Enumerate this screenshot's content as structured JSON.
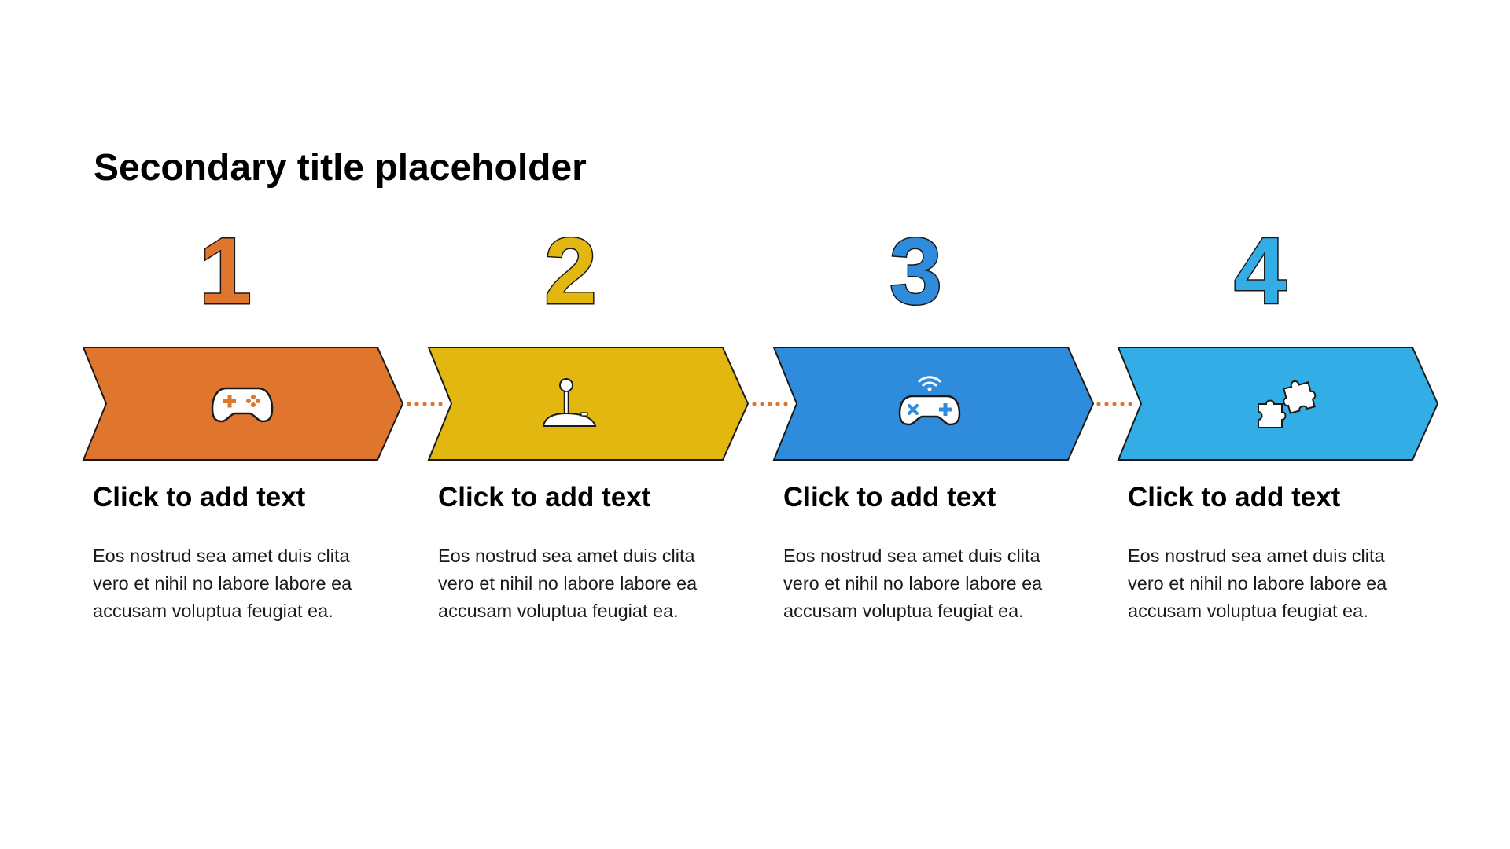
{
  "title": "Secondary title placeholder",
  "colors": {
    "orange": "#E0752D",
    "yellow": "#E2B710",
    "blue": "#2F8CDC",
    "light_blue": "#33ADE6",
    "connector": "#E0752D",
    "outline": "#1a1a1a"
  },
  "steps": [
    {
      "number": "1",
      "heading": "Click to add text",
      "text": "Eos nostrud sea amet duis clita vero et nihil no labore labore ea accusam voluptua feugiat ea.",
      "icon": "gamepad-icon",
      "color": "#E0752D"
    },
    {
      "number": "2",
      "heading": "Click to add text",
      "text": "Eos nostrud sea amet duis clita vero et nihil no labore labore ea accusam voluptua feugiat ea.",
      "icon": "joystick-icon",
      "color": "#E2B710"
    },
    {
      "number": "3",
      "heading": "Click to add text",
      "text": "Eos nostrud sea amet duis clita vero et nihil no labore labore ea accusam voluptua feugiat ea.",
      "icon": "wireless-controller-icon",
      "color": "#2F8CDC"
    },
    {
      "number": "4",
      "heading": "Click to add text",
      "text": "Eos nostrud sea amet duis clita vero et nihil no labore labore ea accusam voluptua feugiat ea.",
      "icon": "puzzle-icon",
      "color": "#33ADE6"
    }
  ]
}
